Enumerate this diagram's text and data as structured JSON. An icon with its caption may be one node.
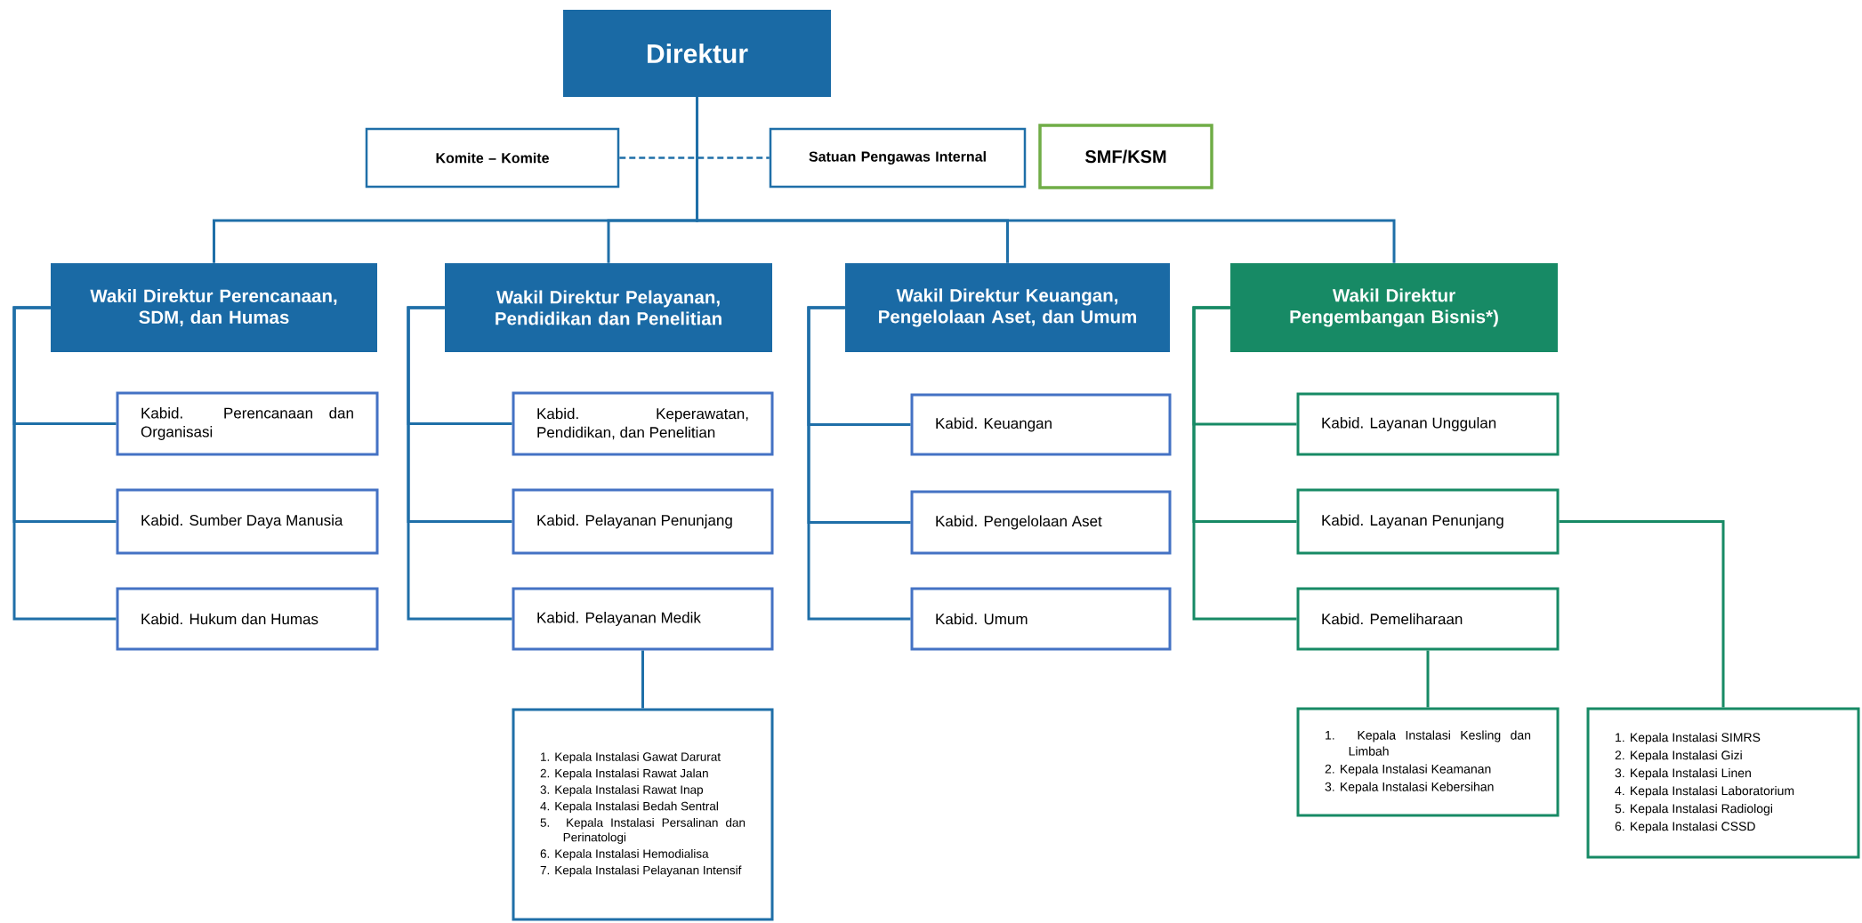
{
  "diagram": {
    "nodes": [
      {
        "text": [
          "Direktur"
        ]
      },
      {
        "text": [
          "Komite – Komite"
        ]
      },
      {
        "text": [
          "Satuan Pengawas Internal"
        ]
      },
      {
        "text": [
          "SMF/KSM"
        ]
      },
      {
        "text": [
          "Wakil Direktur Perencanaan, SDM, dan Humas"
        ]
      },
      {
        "text": [
          "Wakil Direktur Pelayanan, Pendidikan dan Penelitian"
        ]
      },
      {
        "text": [
          "Wakil Direktur Keuangan, Pengelolaan Aset, dan Umum"
        ]
      },
      {
        "text": [
          "Wakil Direktur Pengembangan Bisnis*)"
        ]
      },
      {
        "text": [
          "Kabid. Perencanaan dan Organisasi"
        ]
      },
      {
        "text": [
          "Kabid. Sumber Daya Manusia"
        ]
      },
      {
        "text": [
          "Kabid. Hukum dan Humas"
        ]
      },
      {
        "text": [
          "Kabid. Keperawatan, Pendidikan, dan Penelitian"
        ]
      },
      {
        "text": [
          "Kabid. Pelayanan Penunjang"
        ]
      },
      {
        "text": [
          "Kabid. Pelayanan Medik"
        ]
      },
      {
        "text": [
          "Kabid. Keuangan"
        ]
      },
      {
        "text": [
          "Kabid. Pengelolaan Aset"
        ]
      },
      {
        "text": [
          "Kabid. Umum"
        ]
      },
      {
        "text": [
          "Kabid. Layanan Unggulan"
        ]
      },
      {
        "text": [
          "Kabid. Layanan Penunjang"
        ]
      },
      {
        "text": [
          "Kabid. Pemeliharaan"
        ]
      },
      {
        "text": [
          "1. Kepala Instalasi Gawat Darurat",
          "2. Kepala Instalasi Rawat Jalan",
          "3. Kepala Instalasi Rawat Inap",
          "4. Kepala Instalasi Bedah Sentral",
          "5. Kepala Instalasi Persalinan dan Perinatologi",
          "6. Kepala Instalasi Hemodialisa",
          "7. Kepala Instalasi Pelayanan Intensif"
        ]
      },
      {
        "text": [
          "1. Kepala Instalasi Kesling dan Limbah",
          "2. Kepala Instalasi Keamanan",
          "3. Kepala Instalasi Kebersihan"
        ]
      },
      {
        "text": [
          "1. Kepala Instalasi SIMRS",
          "2. Kepala Instalasi Gizi",
          "3. Kepala Instalasi Linen",
          "4. Kepala Instalasi Laboratorium",
          "5. Kepala Instalasi Radiologi",
          "6. Kepala Instalasi CSSD"
        ]
      }
    ],
    "edges": [
      {
        "from": 1,
        "to": 2,
        "arrow": "none",
        "style": "dashed"
      },
      {
        "from": 0,
        "to": 4,
        "arrow": "none"
      },
      {
        "from": 0,
        "to": 5,
        "arrow": "none"
      },
      {
        "from": 0,
        "to": 6,
        "arrow": "none"
      },
      {
        "from": 0,
        "to": 7,
        "arrow": "none"
      },
      {
        "from": 4,
        "to": 8,
        "arrow": "none"
      },
      {
        "from": 4,
        "to": 9,
        "arrow": "none"
      },
      {
        "from": 4,
        "to": 10,
        "arrow": "none"
      },
      {
        "from": 5,
        "to": 11,
        "arrow": "none"
      },
      {
        "from": 5,
        "to": 12,
        "arrow": "none"
      },
      {
        "from": 5,
        "to": 13,
        "arrow": "none"
      },
      {
        "from": 6,
        "to": 14,
        "arrow": "none"
      },
      {
        "from": 6,
        "to": 15,
        "arrow": "none"
      },
      {
        "from": 6,
        "to": 16,
        "arrow": "none"
      },
      {
        "from": 7,
        "to": 17,
        "arrow": "none",
        "color": "#178a65"
      },
      {
        "from": 7,
        "to": 18,
        "arrow": "none",
        "color": "#178a65"
      },
      {
        "from": 7,
        "to": 19,
        "arrow": "none",
        "color": "#178a65"
      },
      {
        "from": 13,
        "to": 20,
        "arrow": "none"
      },
      {
        "from": 19,
        "to": 21,
        "arrow": "none",
        "color": "#178a65"
      },
      {
        "from": 18,
        "to": 22,
        "arrow": "none",
        "color": "#178a65"
      }
    ]
  }
}
